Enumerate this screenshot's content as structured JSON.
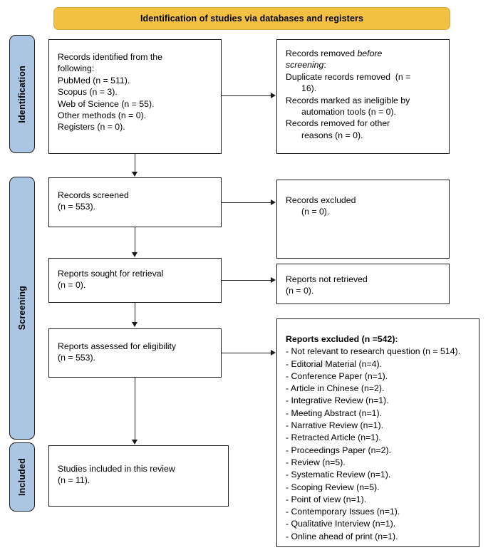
{
  "header": {
    "title": "Identification of studies via databases and registers"
  },
  "stages": {
    "identification": "Identification",
    "screening": "Screening",
    "included": "Included"
  },
  "boxes": {
    "records_identified": {
      "lines": [
        "Records identified from the",
        "following:",
        "PubMed (n = 511).",
        "Scopus (n = 3).",
        "Web of Science (n = 55).",
        "Other methods (n = 0).",
        "Registers (n = 0)."
      ]
    },
    "records_removed": {
      "line1_a": "Records removed ",
      "line1_b": "before",
      "line2_a": "screening",
      "line2_b": ":",
      "line3": "Duplicate records removed  (n =",
      "line4": "16).",
      "line5": "Records marked as ineligible by",
      "line6": "automation tools (n = 0).",
      "line7": "Records removed for other",
      "line8": "reasons (n = 0)."
    },
    "records_screened": {
      "line1": "Records screened",
      "line2": "(n = 553)."
    },
    "records_excluded": {
      "line1": "Records excluded",
      "line2": "(n = 0)."
    },
    "reports_sought": {
      "line1": "Reports sought for retrieval",
      "line2": "(n = 0)."
    },
    "reports_not_retrieved": {
      "line1": "Reports not retrieved",
      "line2": "(n = 0)."
    },
    "reports_assessed": {
      "line1": "Reports assessed for eligibility",
      "line2": "(n = 553)."
    },
    "reports_excluded": {
      "heading": "Reports excluded (n =542):",
      "items": [
        "- Not relevant to research question (n = 514).",
        "- Editorial Material (n=4).",
        "- Conference Paper (n=1).",
        "- Article in Chinese (n=2).",
        "- Integrative Review (n=1).",
        "- Meeting Abstract (n=1).",
        "- Narrative Review (n=1).",
        "- Retracted Article (n=1).",
        "- Proceedings Paper (n=2).",
        "- Review (n=5).",
        "- Systematic Review (n=1).",
        "- Scoping Review (n=5).",
        "- Point of view (n=1).",
        "- Contemporary Issues (n=1).",
        "- Qualitative Interview (n=1).",
        "- Online ahead of print (n=1)."
      ]
    },
    "studies_included": {
      "line1": "Studies included in this review",
      "line2": "(n = 11)."
    }
  },
  "colors": {
    "banner": "#F2C144",
    "stage_label": "#AAC6E3",
    "outline": "#1b1b1b",
    "background": "#ffffff"
  }
}
